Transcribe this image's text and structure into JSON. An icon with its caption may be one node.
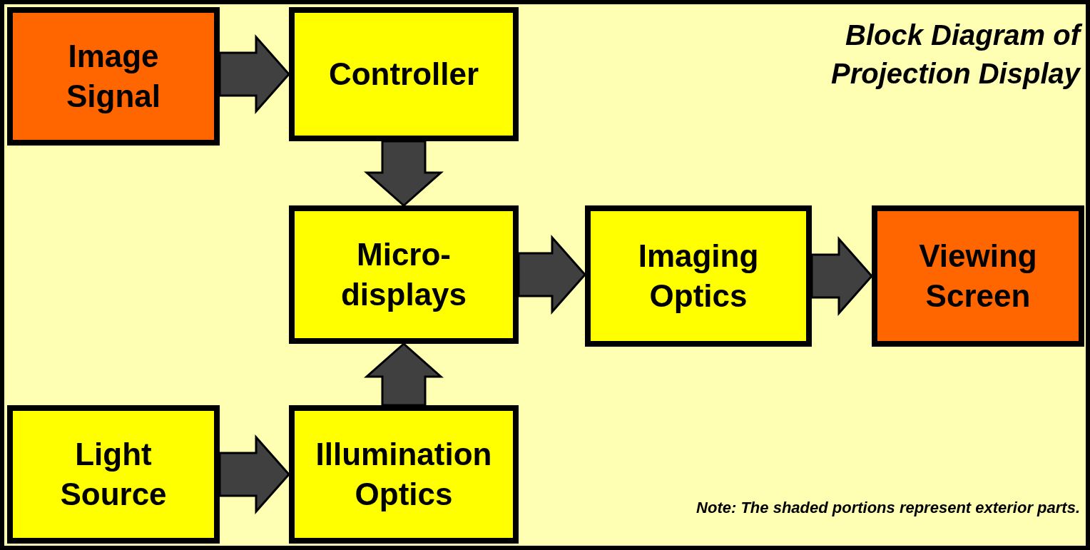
{
  "diagram": {
    "title": "Block Diagram of Projection Display",
    "nodes": [
      {
        "text": [
          "Image Signal"
        ]
      },
      {
        "text": [
          "Controller"
        ]
      },
      {
        "text": [
          "Micro- displays"
        ]
      },
      {
        "text": [
          "Imaging Optics"
        ]
      },
      {
        "text": [
          "Viewing Screen"
        ]
      },
      {
        "text": [
          "Light Source"
        ]
      },
      {
        "text": [
          "Illumination Optics"
        ]
      }
    ],
    "edges": [
      {
        "from": 0,
        "to": 1,
        "arrow": "to"
      },
      {
        "from": 1,
        "to": 2,
        "arrow": "to"
      },
      {
        "from": 6,
        "to": 2,
        "arrow": "to"
      },
      {
        "from": 2,
        "to": 3,
        "arrow": "to"
      },
      {
        "from": 3,
        "to": 4,
        "arrow": "to"
      },
      {
        "from": 5,
        "to": 6,
        "arrow": "to"
      }
    ],
    "labels": [
      "Note:  The shaded portions represent exterior parts."
    ]
  }
}
